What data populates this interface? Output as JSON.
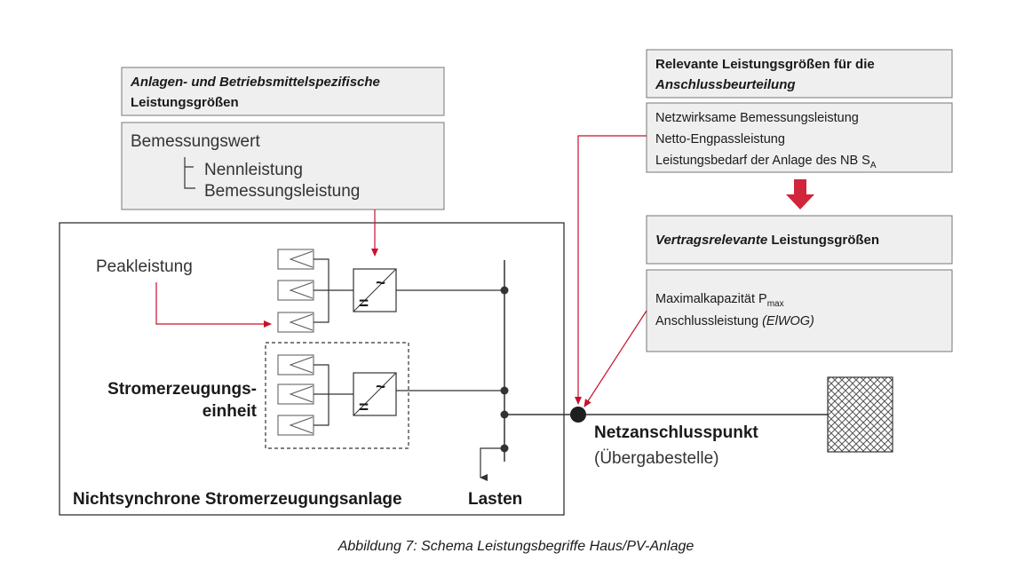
{
  "left_top_box": {
    "title_line1": "Anlagen- und Betriebsmittelspezifische",
    "title_line2": "Leistungsgrößen",
    "heading": "Bemessungswert",
    "item1": "Nennleistung",
    "item2": "Bemessungsleistung"
  },
  "right_top_box": {
    "title_line1": "Relevante Leistungsgrößen für die",
    "title_line2": "Anschlussbeurteilung",
    "line1": "Netzwirksame Bemessungsleistung",
    "line2": "Netto-Engpassleistung",
    "line3_text": "Leistungsbedarf der Anlage des NB S",
    "line3_sub": "A"
  },
  "right_mid_box": {
    "title_italic": "Vertragsrelevante",
    "title_rest": " Leistungsgrößen"
  },
  "right_bottom_box": {
    "line1_text": "Maximalkapazität P",
    "line1_sub": "max",
    "line2_text": "Anschlussleistung ",
    "line2_italic": "(ElWOG)"
  },
  "plant": {
    "peak_label": "Peakleistung",
    "unit_label_line1": "Stromerzeugungs-",
    "unit_label_line2": "einheit",
    "plant_label": "Nichtsynchrone Stromerzeugungsanlage",
    "loads_label": "Lasten",
    "inverter_ac": "~",
    "inverter_dc": "="
  },
  "grid": {
    "point_label": "Netzanschlusspunkt",
    "point_sublabel": "(Übergabestelle)"
  },
  "caption": "Abbildung 7: Schema Leistungsbegriffe Haus/PV-Anlage",
  "colors": {
    "accent_red": "#c8102e",
    "arrow_red": "#d0253a",
    "box_fill": "#efefef",
    "line_dark": "#333333"
  }
}
